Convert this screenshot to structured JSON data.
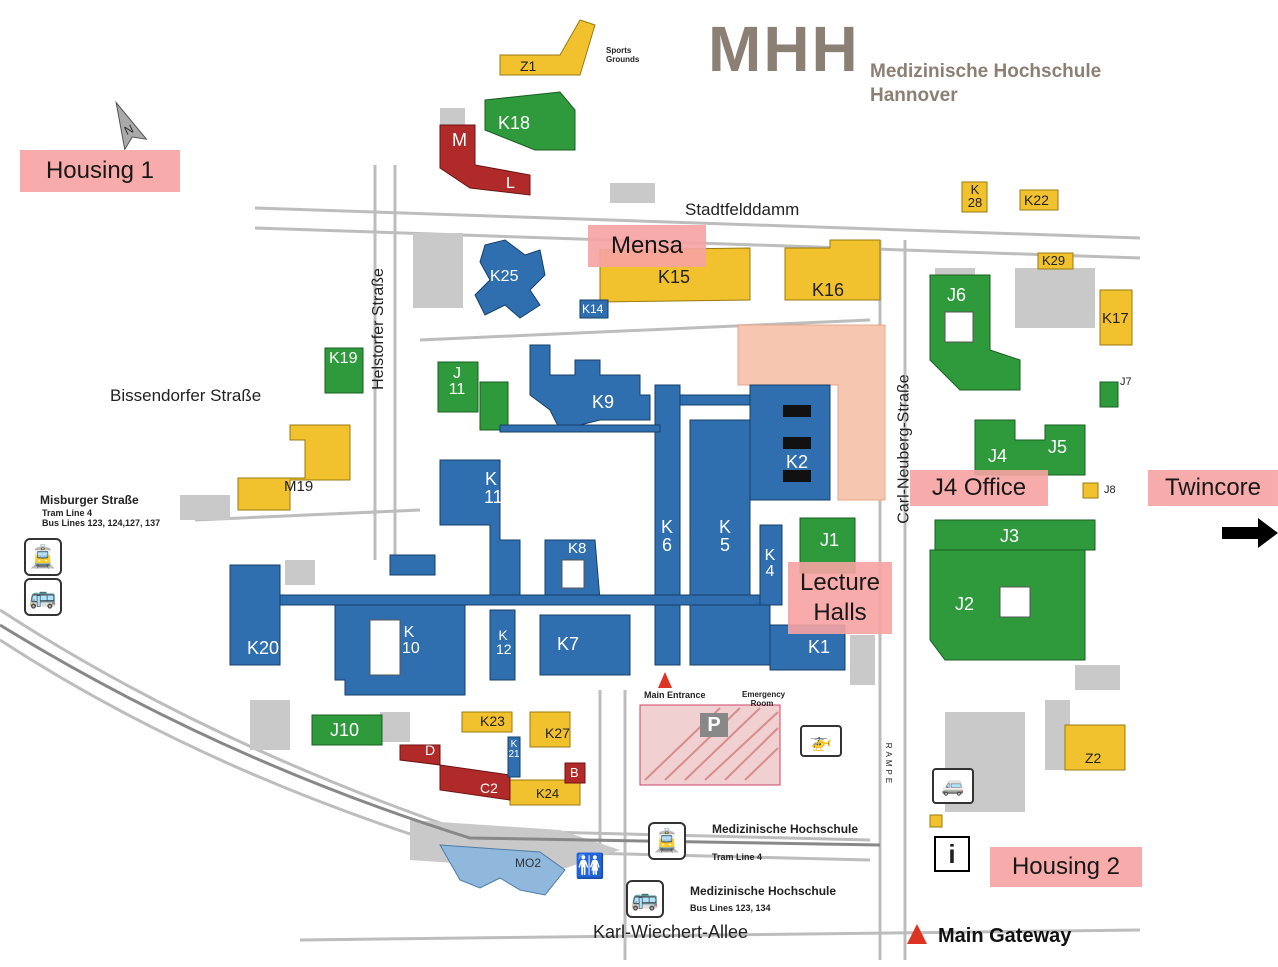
{
  "brand": {
    "logo": "MHH",
    "name_line1": "Medizinische Hochschule",
    "name_line2": "Hannover"
  },
  "highlights": {
    "housing1": "Housing 1",
    "mensa": "Mensa",
    "j4_office": "J4 Office",
    "twincore": "Twincore",
    "lecture_halls": "Lecture Halls",
    "housing2": "Housing 2"
  },
  "streets": {
    "stadtfelddamm": "Stadtfelddamm",
    "bissendorfer": "Bissendorfer Straße",
    "helstorfer": "Helstorfer Straße",
    "carl_neuberg": "Carl-Neuberg-Straße",
    "karl_wiechert": "Karl-Wiechert-Allee",
    "sports": "Sports Grounds",
    "rampe": "RAMPE"
  },
  "stops": {
    "misburger_title": "Misburger Straße",
    "misburger_l1": "Tram Line 4",
    "misburger_l2": "Bus Lines 123, 124,127, 137",
    "mhh_tram_title": "Medizinische Hochschule",
    "mhh_tram_sub": "Tram Line 4",
    "mhh_bus_title": "Medizinische Hochschule",
    "mhh_bus_sub": "Bus Lines 123, 134"
  },
  "entrances": {
    "main": "Main Entrance",
    "emergency": "Emergency Room",
    "gateway": "Main Gateway"
  },
  "parking": "P",
  "info": "i",
  "buildings": {
    "Z1": "Z1",
    "K18": "K18",
    "M": "M",
    "L": "L",
    "K28": "K 28",
    "K22": "K22",
    "K25": "K25",
    "K14": "K14",
    "K15": "K15",
    "K16": "K16",
    "K29": "K29",
    "K17": "K17",
    "J6": "J6",
    "J7": "J7",
    "K19": "K19",
    "J11": "J 11",
    "K9": "K9",
    "K2": "K2",
    "J4": "J4",
    "J5": "J5",
    "J8": "J8",
    "M19": "M19",
    "K11": "K 11",
    "K6": "K 6",
    "K5": "K 5",
    "K4": "K 4",
    "K8": "K8",
    "J1": "J1",
    "J3": "J3",
    "J2": "J2",
    "K20": "K20",
    "K10": "K 10",
    "K12": "K 12",
    "K7": "K7",
    "K1": "K1",
    "J10": "J10",
    "K23": "K23",
    "K27": "K27",
    "K21": "K 21",
    "D": "D",
    "C2": "C2",
    "K24": "K24",
    "B": "B",
    "Z2": "Z2",
    "MO2": "MO2"
  },
  "colors": {
    "blue": "#2f6fb0",
    "green": "#2f9a3c",
    "yellow": "#f2c12e",
    "red": "#b12a2a",
    "grey": "#c8c8c8",
    "salmon": "#f7c6b0",
    "highlight": "#f7a3a3",
    "brand": "#8c7f73"
  },
  "icons": [
    "compass-icon",
    "tram-icon",
    "bus-icon",
    "info-icon",
    "parking-icon",
    "helicopter-icon",
    "camper-icon",
    "toilet-icon",
    "arrow-right-icon"
  ]
}
